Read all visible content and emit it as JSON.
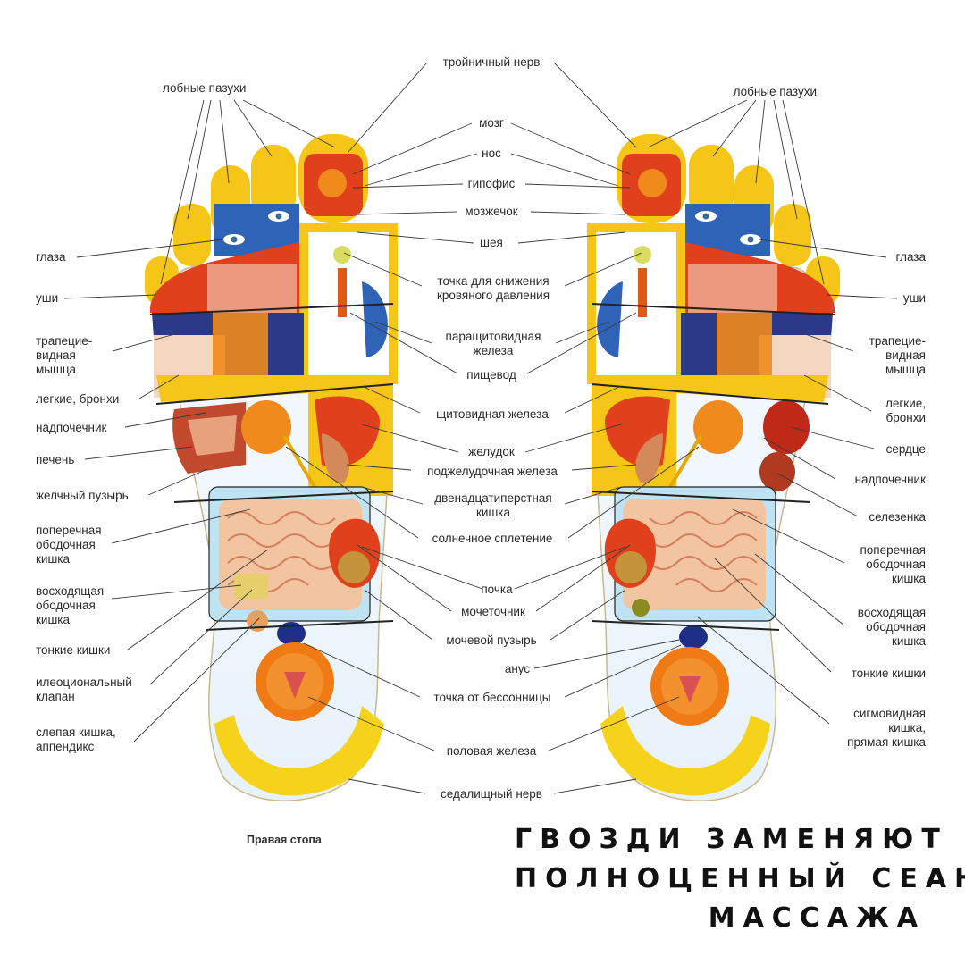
{
  "caption": "Правая стопа",
  "headline": [
    "ГВОЗДИ ЗАМЕНЯЮТ",
    "ПОЛНОЦЕННЫЙ СЕАНС",
    "МАССАЖА"
  ],
  "left_labels": {
    "frontal_sinuses": "лобные пазухи",
    "eyes": "глаза",
    "ears": "уши",
    "trapezius": [
      "трапецие-",
      "видная",
      "мышца"
    ],
    "lungs": "легкие, бронхи",
    "adrenal": "надпочечник",
    "liver": "печень",
    "gallbladder": "желчный пузырь",
    "transverse_colon": [
      "поперечная",
      "ободочная",
      "кишка"
    ],
    "ascending_colon": [
      "восходящая",
      "ободочная",
      "кишка"
    ],
    "small_intestine": "тонкие кишки",
    "ileocecal_valve": [
      "илеоционaльный",
      "клапан"
    ],
    "cecum": [
      "слепая кишка,",
      "аппендикс"
    ]
  },
  "center_labels": {
    "trigeminal": "тройничный нерв",
    "brain": "мозг",
    "nose": "нос",
    "pituitary": "гипофис",
    "cerebellum": "мозжечок",
    "neck": "шея",
    "pressure_point": [
      "точка для снижения",
      "кровяного давления"
    ],
    "parathyroid": [
      "паращитовидная",
      "железа"
    ],
    "esophagus": "пищевод",
    "thyroid": "щитовидная железа",
    "stomach": "желудок",
    "pancreas": "поджелудочная железа",
    "duodenum": [
      "двенадцатиперстная",
      "кишка"
    ],
    "solar_plexus": "солнечное сплетение",
    "kidney": "почка",
    "ureter": "мочеточник",
    "bladder": "мочевой пузырь",
    "anus": "анус",
    "insomnia_point": "точка от бессонницы",
    "gonad": "половая железа",
    "sciatic": "седалищный нерв"
  },
  "right_labels": {
    "frontal_sinuses": "лобные пазухи",
    "eyes": "глаза",
    "ears": "уши",
    "trapezius": [
      "трапецие-",
      "видная",
      "мышца"
    ],
    "lungs": [
      "легкие,",
      "бронхи"
    ],
    "heart": "сердце",
    "adrenal": "надпочечник",
    "spleen": "селезенка",
    "transverse_colon": [
      "поперечная",
      "ободочная",
      "кишка"
    ],
    "ascending_colon": [
      "восходящая",
      "ободочная",
      "кишка"
    ],
    "small_intestine": "тонкие кишки",
    "sigmoid": [
      "сигмовидная",
      "кишка,",
      "прямая кишка"
    ]
  },
  "colors": {
    "toe_yellow": "#f5c518",
    "zone_red": "#e0401c",
    "zone_orange": "#f08a1c",
    "zone_blue": "#2f63b8",
    "zone_navy": "#28347f",
    "intestine": "#f3c4a0",
    "intestine_box": "#bfe3f3",
    "heel_yellow": "#f7d21a",
    "gonad_orange": "#f07a14"
  }
}
